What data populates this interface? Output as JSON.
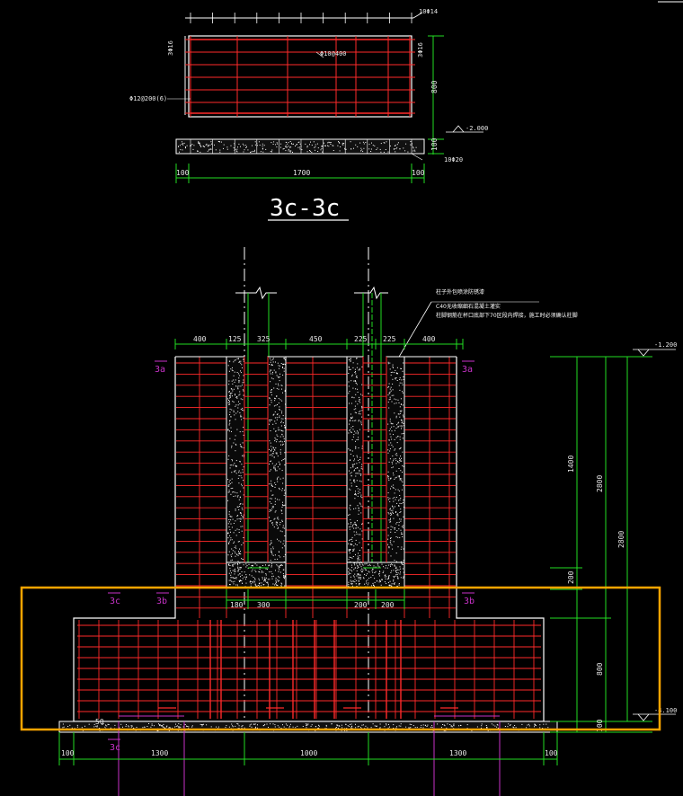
{
  "colors": {
    "background": "#000000",
    "outline": "#ffffff",
    "rebar": "#ff2a2a",
    "dimension": "#22dd22",
    "section_mark": "#c832c8",
    "highlight": "#ffa500"
  },
  "top_detail": {
    "rebar_top": "10Φ14",
    "rebar_side_left": "3Φ16",
    "rebar_side_right": "3Φ16",
    "stirrup_inner": "Φ10@400",
    "stirrup_left": "Φ12@200(6)",
    "rebar_bottom": "10Φ20",
    "elevation": "-2.000",
    "dim_height": "800",
    "dim_base": "100",
    "dim_left": "100",
    "dim_width": "1700",
    "dim_right": "100"
  },
  "section_title": "3c-3c",
  "main_detail": {
    "note_line1": "柱子外包喷涂防锈漆",
    "note_line2": "C40无收缩细石混凝土灌实",
    "note_line3": "柱脚钢筋在杯口底部下70区段内焊接，施工时必须确认柱脚",
    "top_dims": [
      "400",
      "125",
      "325",
      "450",
      "225",
      "225",
      "400"
    ],
    "cup_dims": [
      "180",
      "300",
      "200",
      "200"
    ],
    "bottom_dims": [
      "100",
      "1300",
      "1000",
      "1300",
      "100"
    ],
    "right_dims": [
      "1400",
      "2800",
      "2800",
      "200",
      "800",
      "100"
    ],
    "elev_top": "-1.200",
    "elev_bottom": "-4.100",
    "label_3a_left": "3a",
    "label_3a_right": "3a",
    "label_3c_upper": "3c",
    "label_3b_left": "3b",
    "label_3b_right": "3b",
    "label_3c_lower": "3c",
    "small_50": "50"
  }
}
